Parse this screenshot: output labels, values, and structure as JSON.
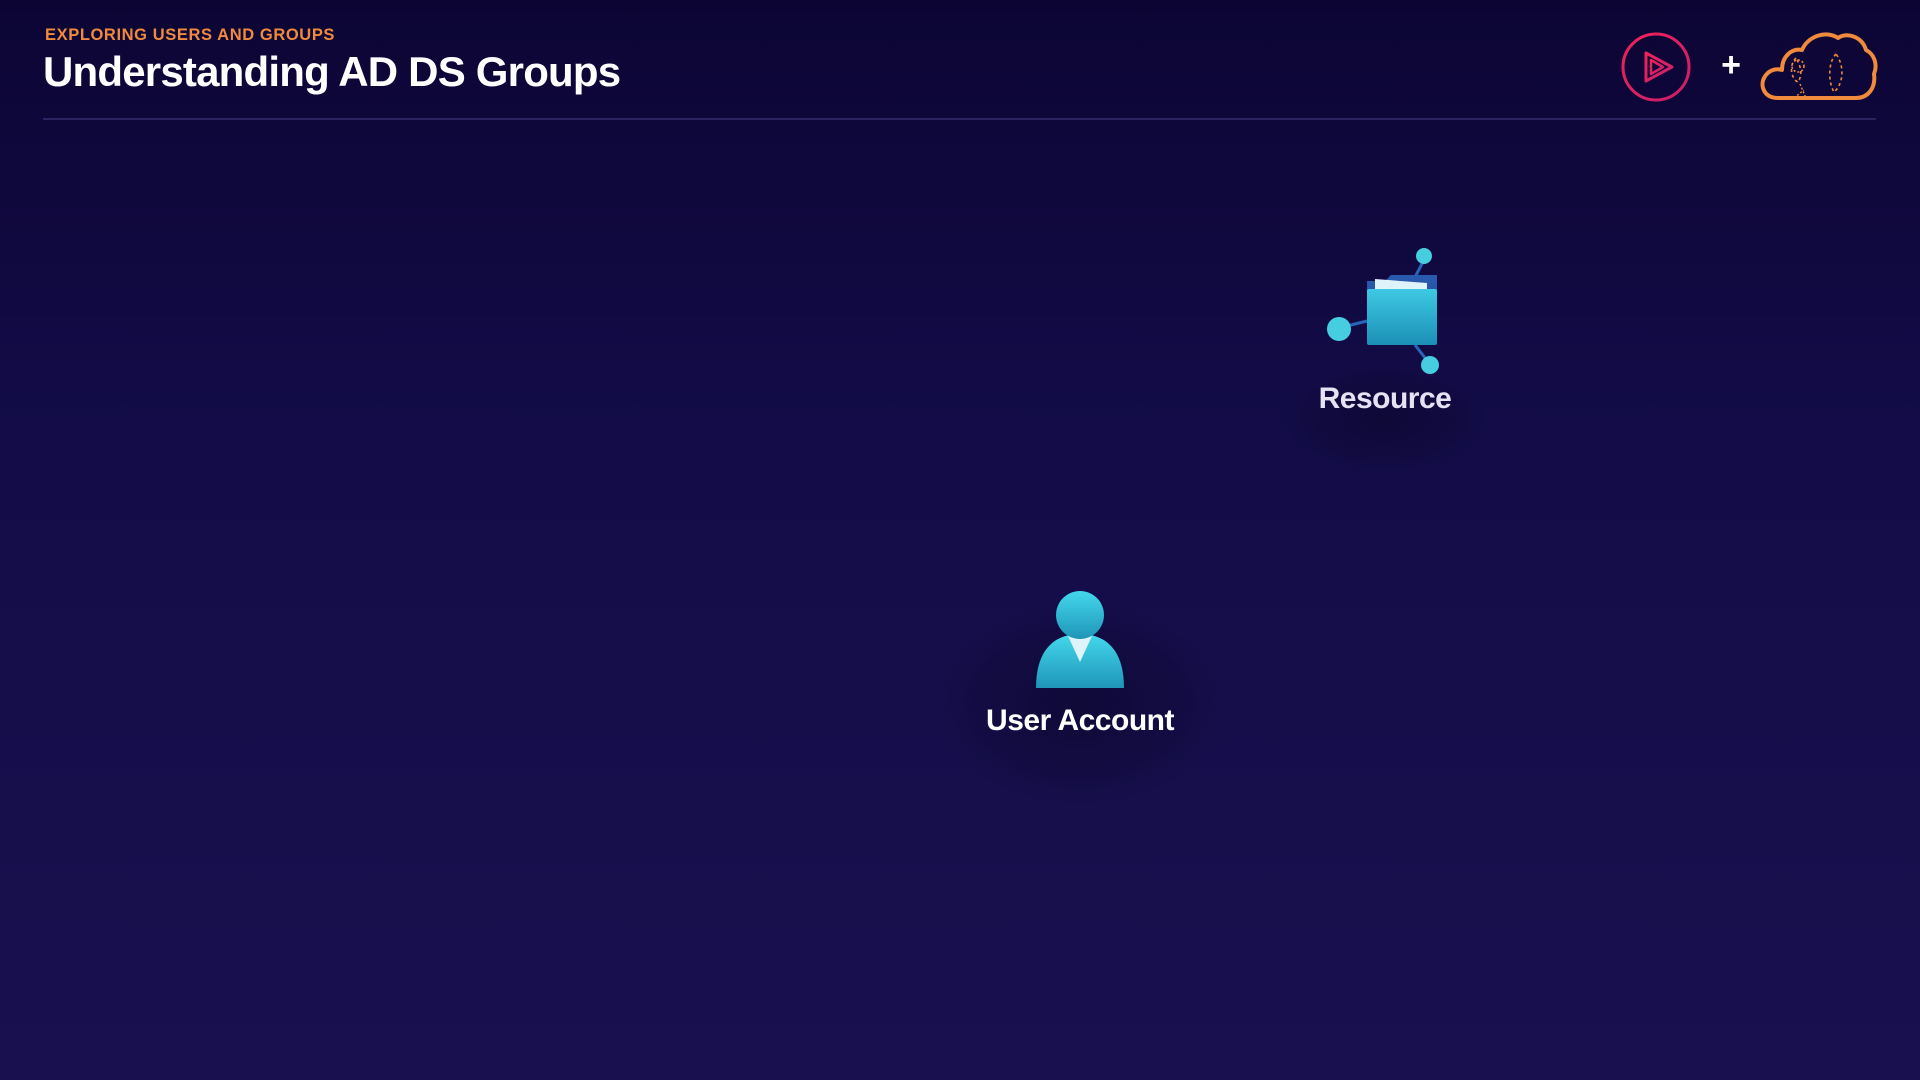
{
  "header": {
    "eyebrow": "EXPLORING USERS AND GROUPS",
    "title": "Understanding AD DS Groups"
  },
  "logos": {
    "left": "play-circle-logo",
    "separator": "+",
    "right": "cloud-logo"
  },
  "diagram": {
    "resource": {
      "label": "Resource",
      "icon": "shared-folder-icon"
    },
    "user": {
      "label": "User Account",
      "icon": "user-icon"
    }
  },
  "colors": {
    "background_top": "#0c0534",
    "background_bottom": "#19114f",
    "accent_orange": "#f08a3c",
    "accent_pink": "#e8265e",
    "icon_cyan": "#3cc8e0"
  }
}
